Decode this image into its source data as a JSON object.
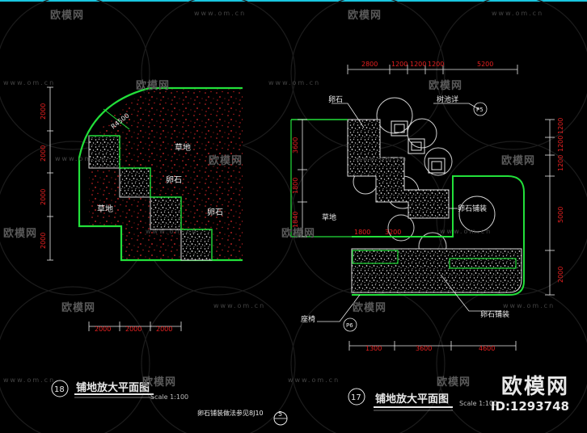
{
  "watermark": {
    "brand": "欧模网",
    "url": "www.om.cn"
  },
  "corner": {
    "brand": "欧模网",
    "id": "ID:1293748"
  },
  "left_plan": {
    "title_num": "18",
    "title": "铺地放大平面图",
    "scale": "Scale 1:100",
    "note": "卵石铺装做法参见8J10",
    "note_ref": "5",
    "radius_label": "R4500",
    "labels": {
      "grass": "草地",
      "pebble1": "卵石",
      "pebble2": "卵石",
      "grass2": "草地"
    },
    "vdims": [
      "2000",
      "2000",
      "2000",
      "2000"
    ],
    "hdims": [
      "2000",
      "2000",
      "2000"
    ]
  },
  "right_plan": {
    "title_num": "17",
    "title": "铺地放大平面图",
    "scale": "Scale 1:100",
    "top_dims": [
      "2800",
      "1200",
      "1200",
      "1200",
      "5200"
    ],
    "left_dims": [
      "3600",
      "1800",
      "1840"
    ],
    "right_dims": [
      "1200",
      "1200",
      "1200",
      "5000",
      "2000"
    ],
    "mid_dims": [
      "1800",
      "3200"
    ],
    "bottom_dims": [
      "1300",
      "3600",
      "4600"
    ],
    "labels": {
      "pebble": "卵石",
      "tree_pit": "树池详",
      "pebble_paving": "卵石铺装",
      "grass": "草地",
      "pebble_paving2": "卵石铺装",
      "seat": "座椅"
    },
    "callouts": {
      "tree_pit_ref": "P5",
      "seat_ref": "P6"
    }
  }
}
